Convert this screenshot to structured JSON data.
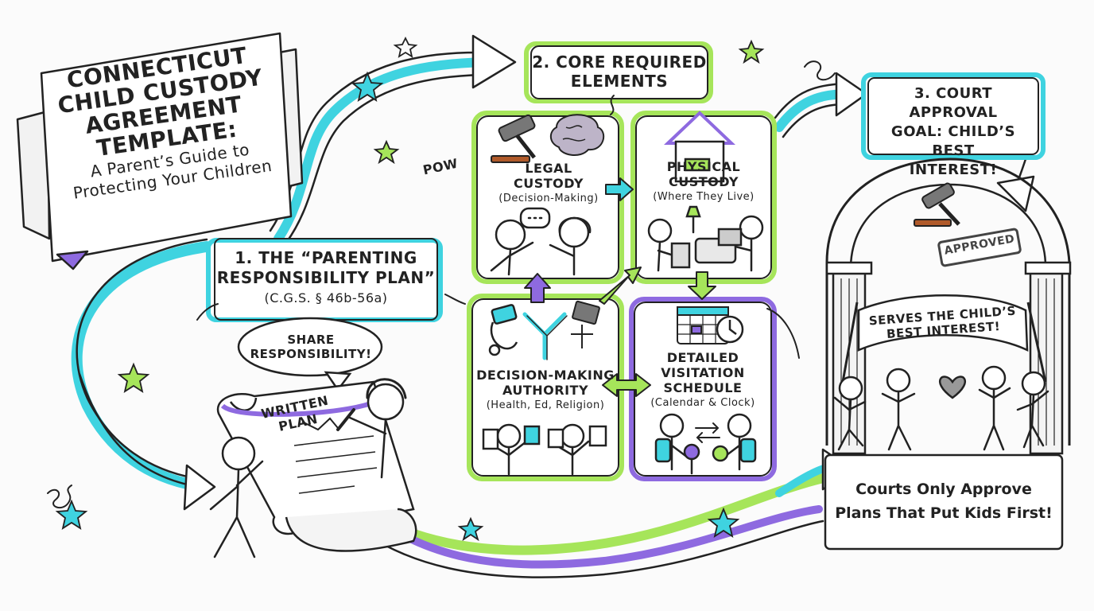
{
  "colors": {
    "ink": "#222222",
    "teal": "#3fd3e0",
    "lime": "#a6e55a",
    "purple": "#8e6ae0",
    "paper": "#fbfbfb"
  },
  "title": {
    "line1": "Connecticut",
    "line2": "Child Custody",
    "line3": "Agreement",
    "line4": "Template:",
    "line5": "A Parent’s Guide to",
    "line6": "Protecting Your Children"
  },
  "step1": {
    "line1": "1. The “Parenting",
    "line2": "Responsibility Plan”",
    "line3": "(C.G.S. § 46b-56a)"
  },
  "speech": {
    "line1": "Share",
    "line2": "Responsibility!"
  },
  "scroll": {
    "line1": "Written",
    "line2": "Plan"
  },
  "pow": "POW",
  "step2": {
    "line1": "2. Core Required",
    "line2": "Elements"
  },
  "legal": {
    "line1": "Legal",
    "line2": "Custody",
    "line3": "(Decision-Making)"
  },
  "physical": {
    "line1": "Physical",
    "line2": "Custody",
    "line3": "(Where They Live)"
  },
  "decision": {
    "line1": "Decision-Making",
    "line2": "Authority",
    "line3": "(Health, Ed, Religion)"
  },
  "visitation": {
    "line1": "Detailed",
    "line2": "Visitation",
    "line3": "Schedule",
    "line4": "(Calendar & Clock)"
  },
  "step3": {
    "line1": "3. Court Approval",
    "line2": "Goal: Child’s Best",
    "line3": "Interest!"
  },
  "stamp": "Approved",
  "banner": {
    "line1": "Serves the Child’s",
    "line2": "Best Interest!"
  },
  "courts": {
    "line1": "Courts Only Approve",
    "line2": "Plans That Put Kids First!"
  },
  "icons": [
    "gavel-icon",
    "brain-icon",
    "house-icon",
    "bed-icon",
    "calendar-icon",
    "clock-icon",
    "stethoscope-icon",
    "book-icon",
    "heart-icon",
    "star-icon",
    "lamp-icon",
    "couch-icon"
  ]
}
